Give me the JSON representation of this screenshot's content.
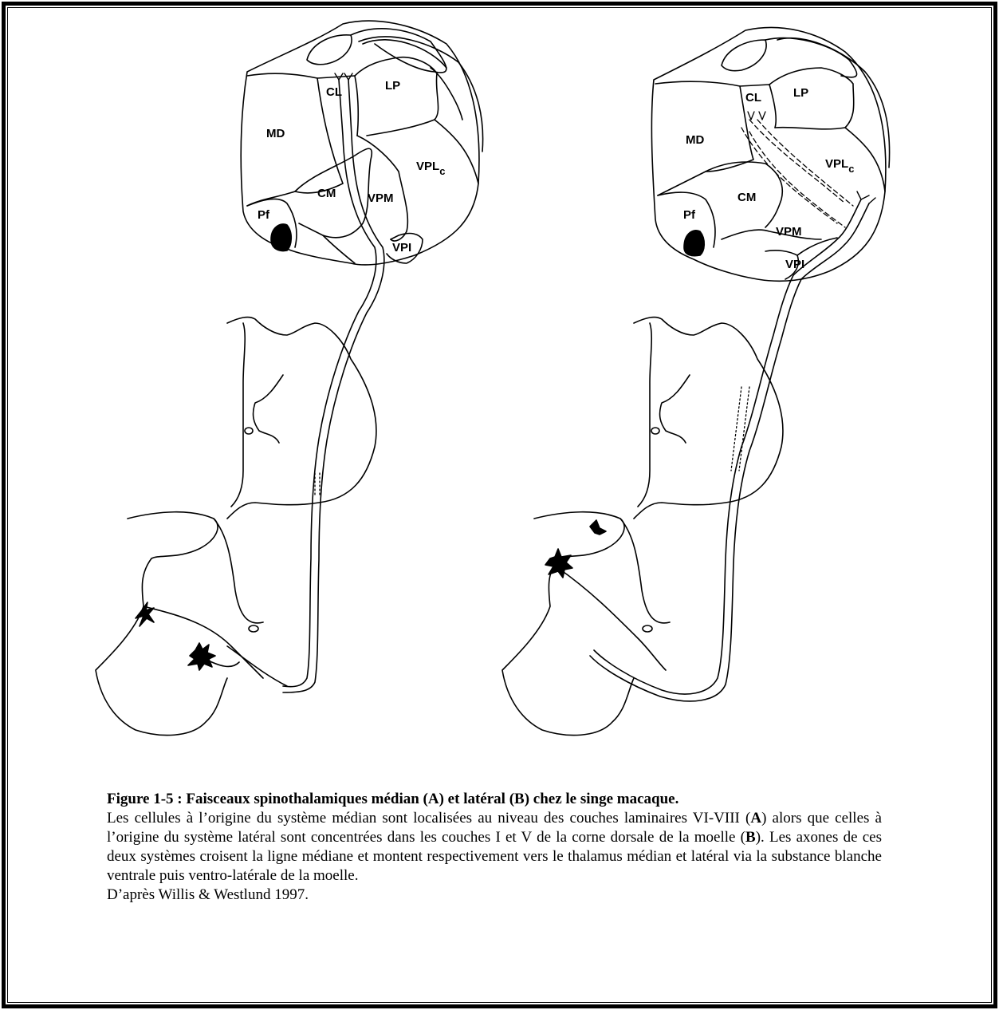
{
  "figure": {
    "panel_a": {
      "labels": {
        "cl": "CL",
        "lp": "LP",
        "md": "MD",
        "vplc_main": "VPL",
        "vplc_sub": "c",
        "cm": "CM",
        "vpm": "VPM",
        "pf": "Pf",
        "vpi": "VPI"
      }
    },
    "panel_b": {
      "labels": {
        "cl": "CL",
        "lp": "LP",
        "md": "MD",
        "vplc_main": "VPL",
        "vplc_sub": "c",
        "cm": "CM",
        "vpm": "VPM",
        "pf": "Pf",
        "vpi": "VPI"
      }
    }
  },
  "caption": {
    "title": "Figure 1-5 : Faisceaux spinothalamiques médian (A) et latéral (B) chez le singe macaque.",
    "body": {
      "p1": "Les cellules à l’origine du système médian sont localisées au niveau des couches laminaires VI-VIII (",
      "bold_a": "A",
      "p2": ") alors que celles à l’origine du système latéral sont concentrées dans les couches I et V de la corne dorsale de la moelle (",
      "bold_b": "B",
      "p3": "). Les axones de ces deux systèmes croisent la ligne médiane et montent respectivement vers le thalamus médian et latéral via la substance blanche ventrale puis ventro-latérale de la moelle."
    },
    "source": "D’après Willis & Westlund 1997."
  }
}
